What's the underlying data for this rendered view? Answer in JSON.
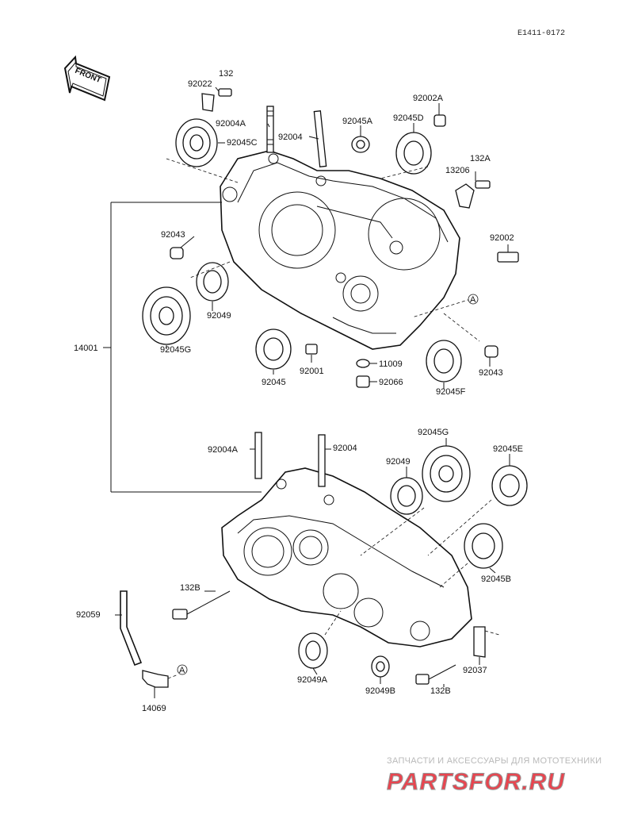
{
  "diagram_code": "E1411-0172",
  "front_label": "FRONT",
  "callouts": {
    "c132": "132",
    "c92022": "92022",
    "c92004A_top": "92004A",
    "c92004_top": "92004",
    "c92045A": "92045A",
    "c92002A": "92002A",
    "c92045D": "92045D",
    "c92045C": "92045C",
    "c132A": "132A",
    "c13206": "13206",
    "c92043_left": "92043",
    "c92002": "92002",
    "c92049_top": "92049",
    "c92045G_top": "92045G",
    "c14001": "14001",
    "c92045": "92045",
    "c92001": "92001",
    "c11009": "11009",
    "c92066": "92066",
    "c92045F": "92045F",
    "c92043_right": "92043",
    "c92004A_bot": "92004A",
    "c92004_bot": "92004",
    "c92045G_bot": "92045G",
    "c92049_bot": "92049",
    "c92045E": "92045E",
    "c92045B": "92045B",
    "c132B_left": "132B",
    "c92059": "92059",
    "c92049A": "92049A",
    "c92049B": "92049B",
    "c132B_right": "132B",
    "c92037": "92037",
    "c14069": "14069",
    "ref_A": "A"
  },
  "watermark": {
    "tagline": "ЗАПЧАСТИ И АКСЕССУАРЫ ДЛЯ МОТОТЕХНИКИ",
    "brand": "PARTSFOR.RU",
    "color_red": "#e8454f",
    "color_grey": "#9a9a9a"
  }
}
